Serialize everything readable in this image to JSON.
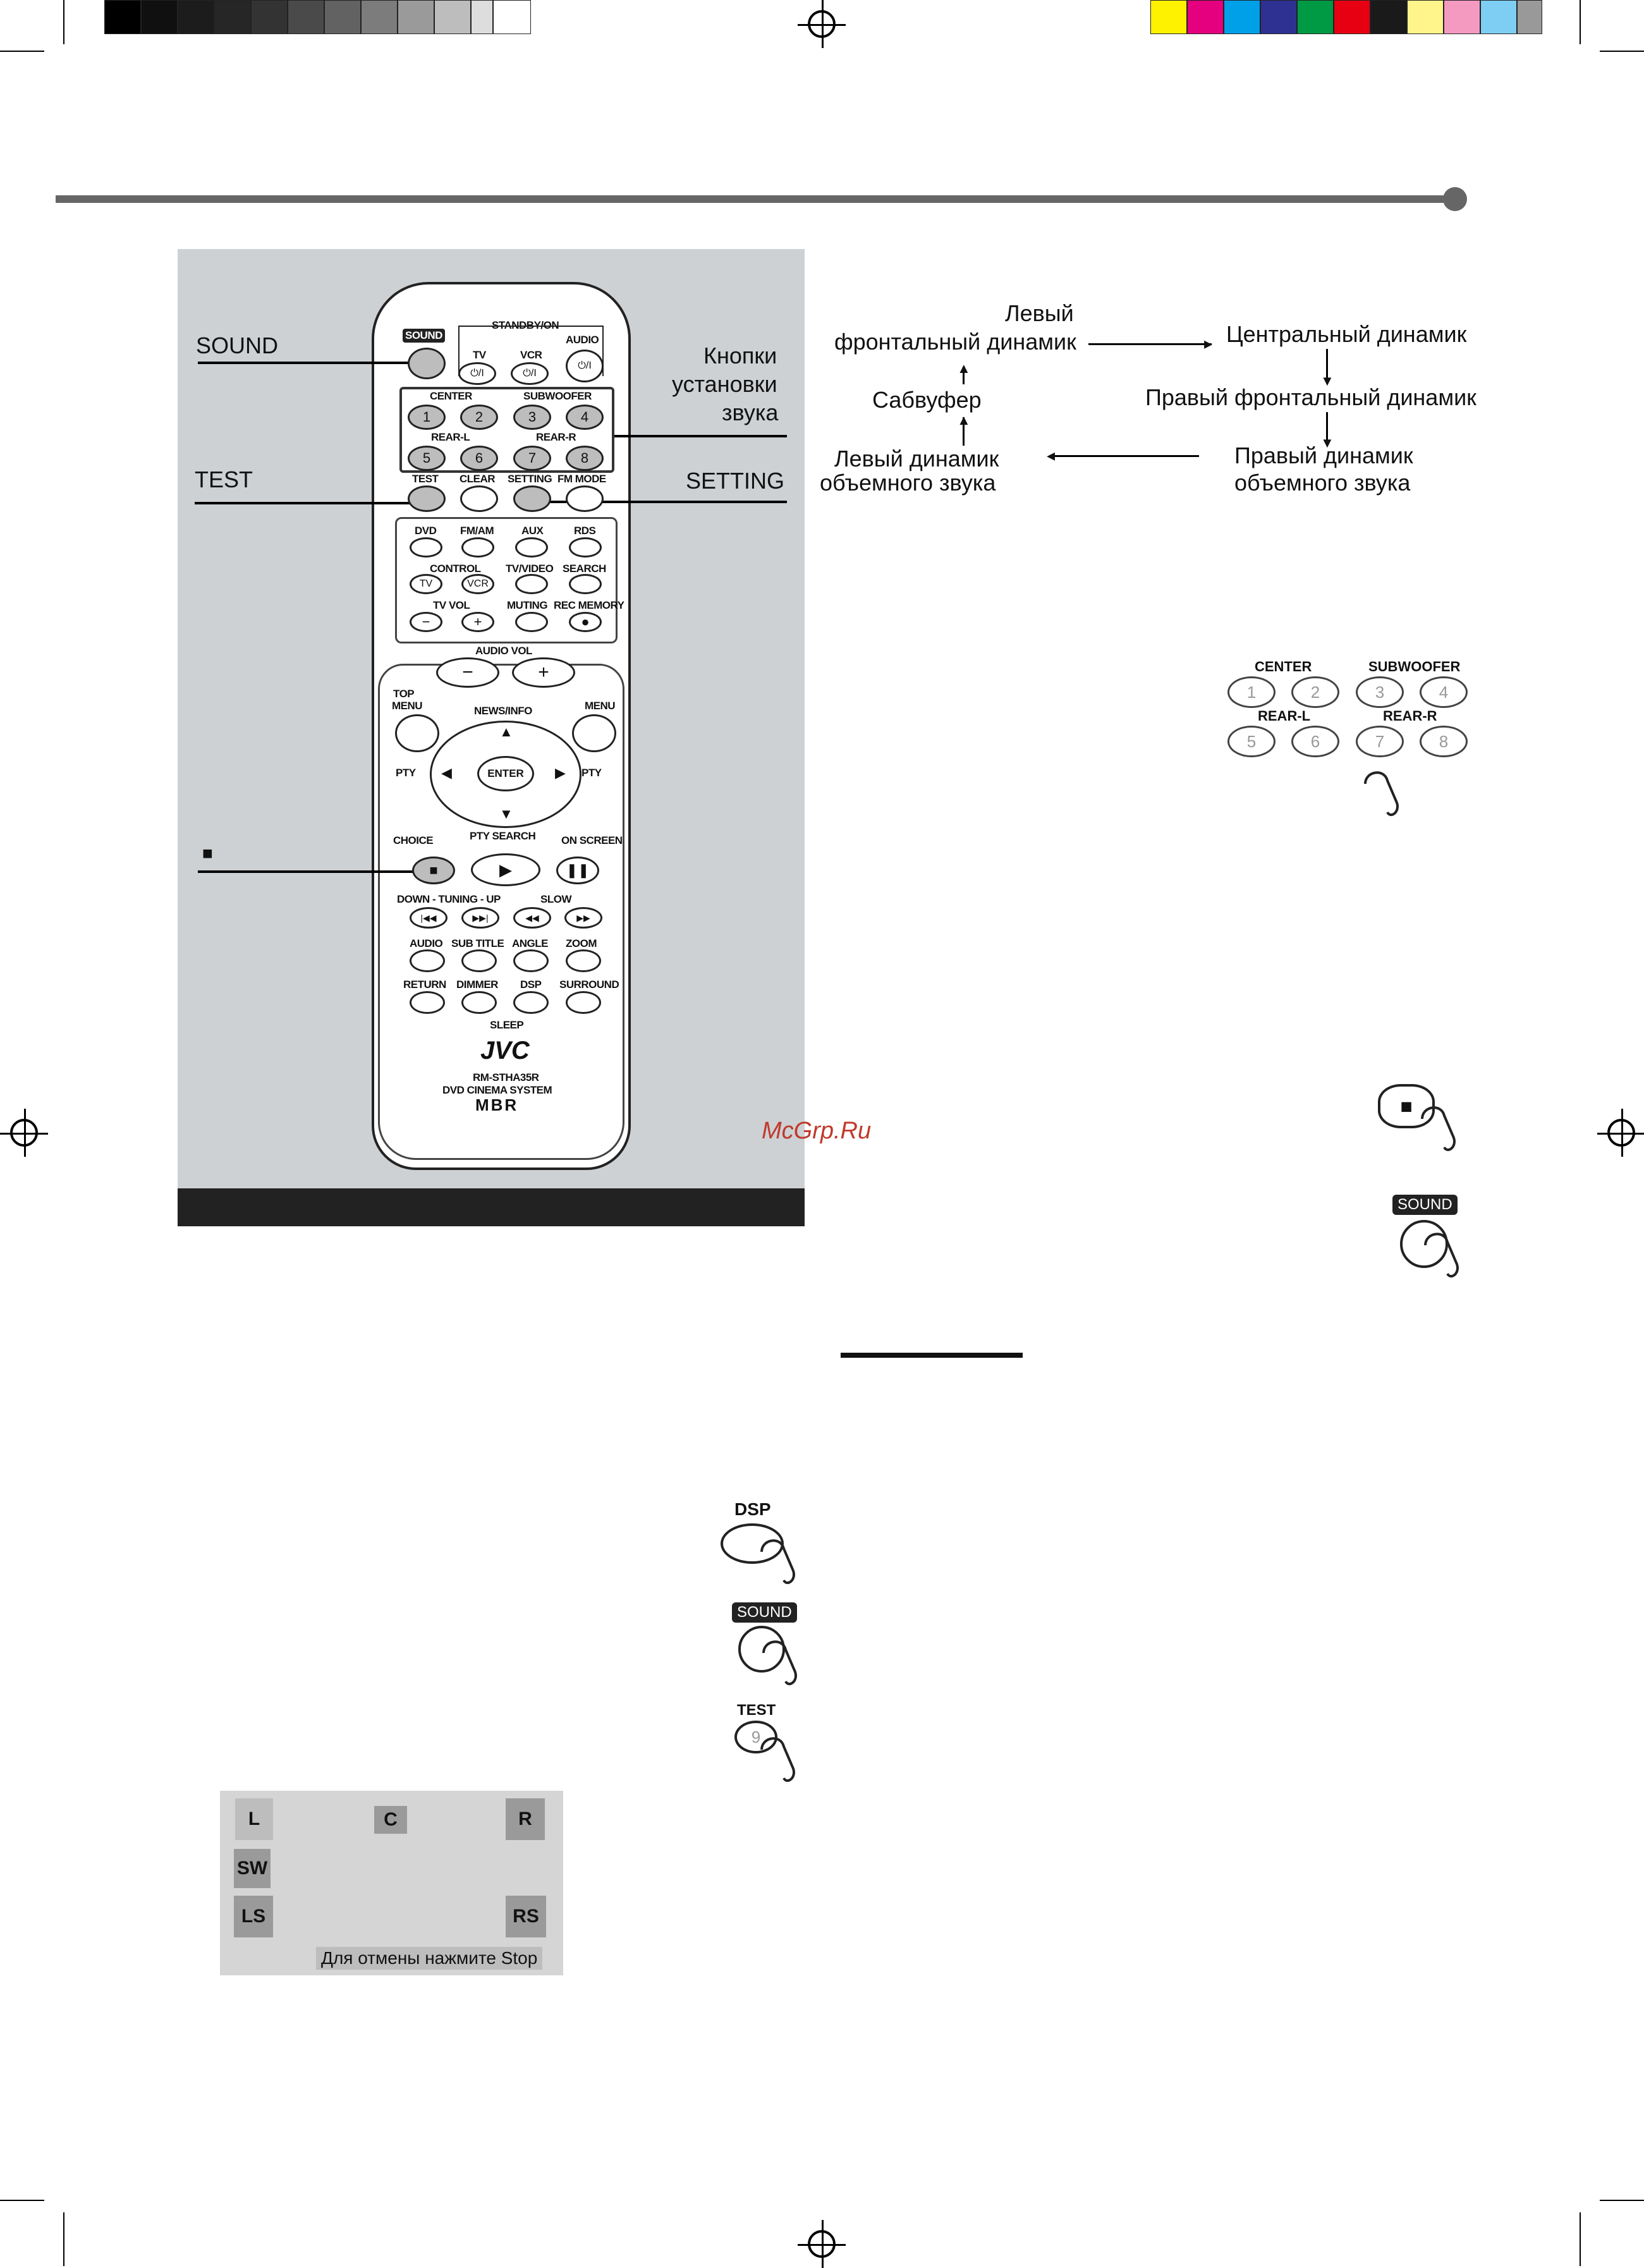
{
  "callouts": {
    "sound": "SOUND",
    "test": "TEST",
    "setting": "SETTING",
    "stop_symbol": "■",
    "setup_buttons": [
      "Кнопки",
      "установки",
      "звука"
    ]
  },
  "flow": {
    "front_left": [
      "Левый",
      "фронтальный динамик"
    ],
    "center": "Центральный динамик",
    "front_right": "Правый фронтальный динамик",
    "subwoofer": "Сабвуфер",
    "surround_left": [
      "Левый динамик",
      "объемного звука"
    ],
    "surround_right": [
      "Правый динамик",
      "объемного звука"
    ]
  },
  "remote": {
    "standby": "STANDBY/ON",
    "sound": "SOUND",
    "tv": "TV",
    "vcr": "VCR",
    "audio": "AUDIO",
    "power_glyph": "⏻/I",
    "center": "CENTER",
    "subwoofer": "SUBWOOFER",
    "rear_l": "REAR-L",
    "rear_r": "REAR-R",
    "digits": [
      "1",
      "2",
      "3",
      "4",
      "5",
      "6",
      "7",
      "8"
    ],
    "row_test": [
      "TEST",
      "CLEAR",
      "SETTING",
      "FM MODE"
    ],
    "row_src": [
      "DVD",
      "FM/AM",
      "AUX",
      "RDS"
    ],
    "control": "CONTROL",
    "tvvideo": "TV/VIDEO",
    "search": "SEARCH",
    "tv_small": "TV",
    "vcr_small": "VCR",
    "tvvol": "TV VOL",
    "muting": "MUTING",
    "recmemory": "REC MEMORY",
    "audiovol": "AUDIO VOL",
    "top_menu": [
      "TOP",
      "MENU"
    ],
    "news_info": "NEWS/INFO",
    "menu": "MENU",
    "pty_minus": "PTY",
    "pty_plus": "PTY",
    "enter": "ENTER",
    "choice": "CHOICE",
    "pty_search": "PTY SEARCH",
    "on_screen": "ON SCREEN",
    "tuning": "DOWN - TUNING - UP",
    "slow": "SLOW",
    "row_audio": [
      "AUDIO",
      "SUB TITLE",
      "ANGLE",
      "ZOOM"
    ],
    "row_return": [
      "RETURN",
      "DIMMER",
      "DSP",
      "SURROUND"
    ],
    "sleep": "SLEEP",
    "brand": "JVC",
    "model": "RM-STHA35R",
    "model_desc": "DVD CINEMA SYSTEM",
    "mbr": "MBR"
  },
  "keypad": {
    "center": "CENTER",
    "subwoofer": "SUBWOOFER",
    "rear_l": "REAR-L",
    "rear_r": "REAR-R",
    "digits": [
      "1",
      "2",
      "3",
      "4",
      "5",
      "6",
      "7",
      "8"
    ]
  },
  "icons": {
    "sound": "SOUND",
    "dsp": "DSP",
    "test": "TEST",
    "test_digit": "9"
  },
  "osd": {
    "l": "L",
    "c": "C",
    "r": "R",
    "sw": "SW",
    "ls": "LS",
    "rs": "RS",
    "cancel": "Для отмены нажмите Stop"
  },
  "watermark": "McGrp.Ru",
  "colors": {
    "panel_gray": "#cdd1d4",
    "osd_gray": "#d5d5d5",
    "speaker_gray": "#9a9a9a",
    "watermark_red": "#c0392b"
  }
}
